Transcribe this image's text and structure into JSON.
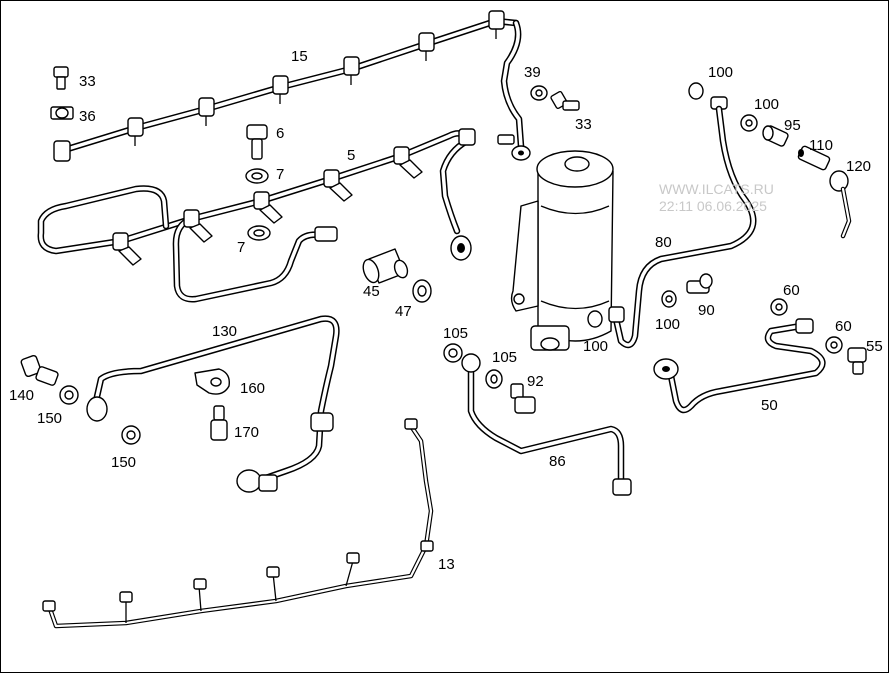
{
  "watermark": {
    "line1": "WWW.ILCATS.RU",
    "line2": "22:11 06.06.2025"
  },
  "labels": {
    "l15": "15",
    "l33a": "33",
    "l36": "36",
    "l6": "6",
    "l7a": "7",
    "l5": "5",
    "l7b": "7",
    "l39": "39",
    "l33b": "33",
    "l45": "45",
    "l47": "47",
    "l100a": "100",
    "l100b": "100",
    "l95": "95",
    "l110": "110",
    "l120": "120",
    "l80": "80",
    "l100c": "100",
    "l90": "90",
    "l100d": "100",
    "l60a": "60",
    "l60b": "60",
    "l55": "55",
    "l50": "50",
    "l130": "130",
    "l160": "160",
    "l170": "170",
    "l140": "140",
    "l150a": "150",
    "l150b": "150",
    "l105a": "105",
    "l105b": "105",
    "l92": "92",
    "l86": "86",
    "l13": "13"
  }
}
